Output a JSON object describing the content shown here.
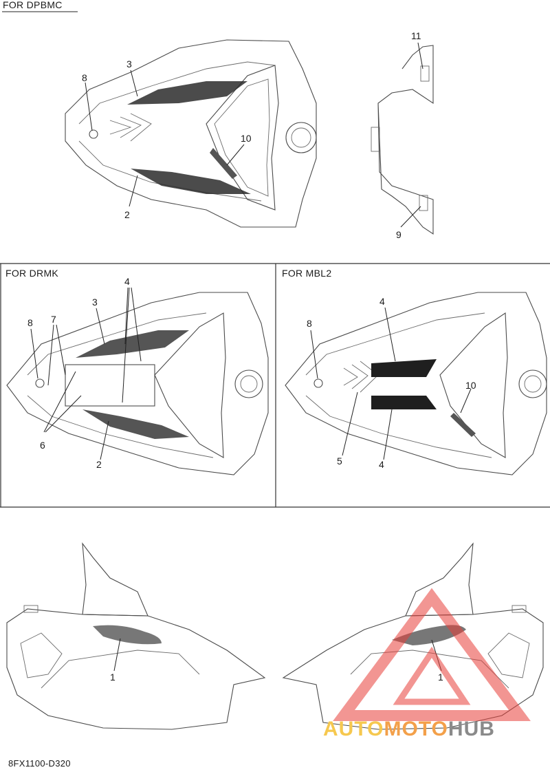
{
  "sections": {
    "top": "FOR DPBMC",
    "left": "FOR DRMK",
    "right": "FOR MBL2"
  },
  "callouts": {
    "dp_3": "3",
    "dp_8": "8",
    "dp_10": "10",
    "dp_2": "2",
    "dp_11": "11",
    "dp_9": "9",
    "dr_4": "4",
    "dr_3": "3",
    "dr_8": "8",
    "dr_7": "7",
    "dr_6": "6",
    "dr_2": "2",
    "mb_4a": "4",
    "mb_8": "8",
    "mb_10": "10",
    "mb_5": "5",
    "mb_4b": "4",
    "side_1a": "1",
    "side_1b": "1"
  },
  "footer_code": "8FX1100-D320",
  "watermark": {
    "part1": "AUTO",
    "part2": "MOTO",
    "part3": "HUB"
  }
}
